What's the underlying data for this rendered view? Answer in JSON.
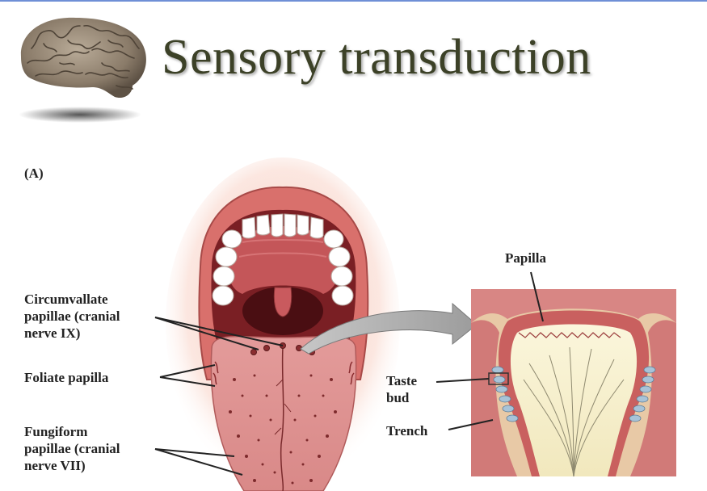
{
  "title": "Sensory transduction",
  "panel_label": "(A)",
  "labels": {
    "circumvallate": [
      "Circumvallate",
      "papillae (cranial",
      "nerve IX)"
    ],
    "foliate": "Foliate papilla",
    "fungiform": [
      "Fungiform",
      "papillae (cranial",
      "nerve VII)"
    ],
    "papilla": "Papilla",
    "taste_bud": [
      "Taste",
      "bud"
    ],
    "trench": "Trench"
  },
  "icons": {
    "logo": "brain-icon"
  },
  "colors": {
    "title": "#3c4127",
    "accent_line": "#6f8fd6"
  }
}
